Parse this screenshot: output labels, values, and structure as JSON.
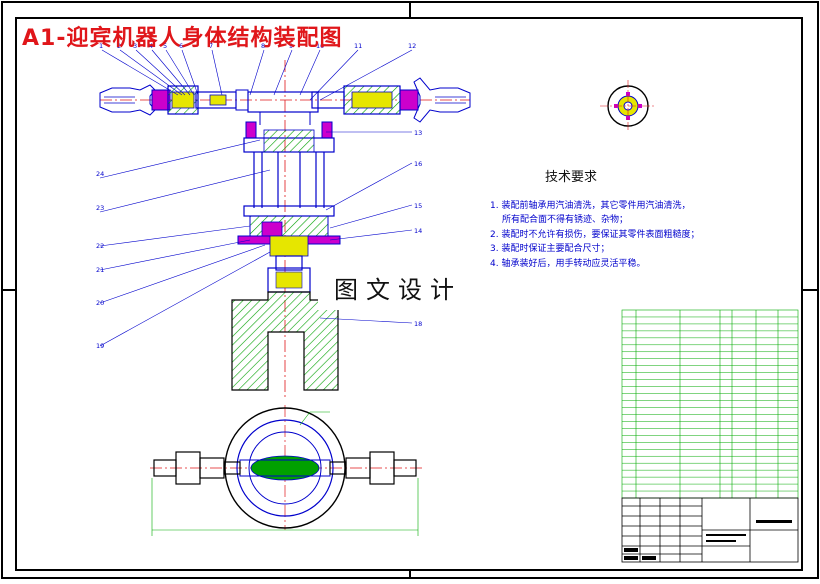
{
  "title": "A1-迎宾机器人身体结构装配图",
  "watermark": "图文设计",
  "technical_requirements": {
    "heading": "技术要求",
    "notes": [
      "1. 装配前轴承用汽油清洗，其它零件用汽油清洗，",
      "所有配合面不得有锈迹、杂物；",
      "2. 装配时不允许有损伤，要保证其零件表面粗糙度；",
      "3. 装配时保证主要配合尺寸；",
      "4. 轴承装好后，用手转动应灵活平稳。"
    ]
  },
  "callouts_top": [
    "1",
    "2",
    "3",
    "4",
    "5",
    "6",
    "7",
    "8",
    "9",
    "10",
    "11",
    "12"
  ],
  "callouts_right": [
    "13",
    "16",
    "15",
    "14",
    "18"
  ],
  "callouts_left": [
    "24",
    "23",
    "22",
    "21",
    "20",
    "19"
  ],
  "colors": {
    "drawing": "#0000cc",
    "outline": "#000000",
    "title": "#e0161a",
    "table": "#00aa00",
    "centerline": "#e0161a",
    "fill_green": "#00a000",
    "fill_yellow": "#e6e600",
    "fill_magenta": "#cc00cc"
  }
}
